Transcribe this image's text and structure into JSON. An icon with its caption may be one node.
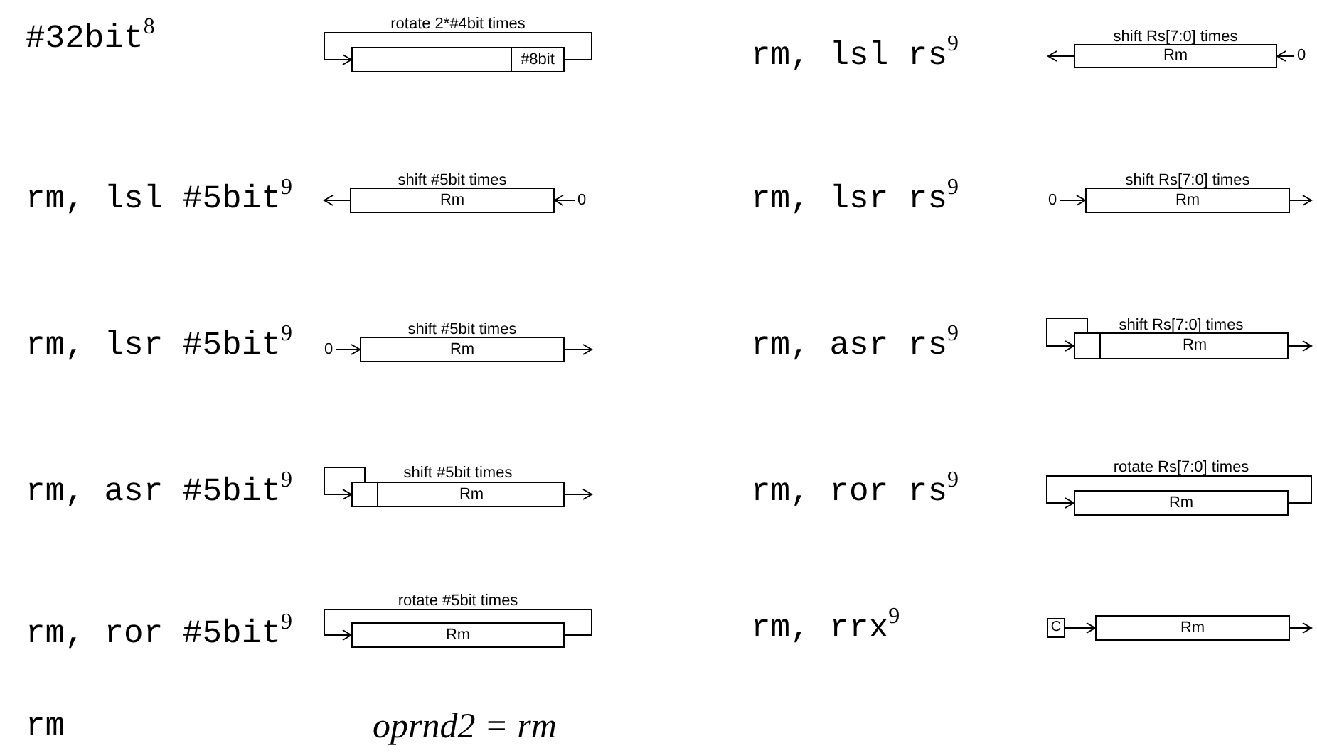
{
  "diagram": {
    "nodes": [
      {
        "text": [
          "rotate 2*#4bit times"
        ]
      },
      {
        "text": [
          "#8bit"
        ],
        "in": 0
      },
      {
        "text": [
          "shift Rs[7:0] times",
          "Rm"
        ]
      },
      {
        "text": [
          "0"
        ]
      },
      {
        "text": [
          "shift #5bit times",
          "Rm"
        ]
      },
      {
        "text": [
          "0"
        ]
      },
      {
        "text": [
          "0"
        ]
      },
      {
        "text": [
          "shift Rs[7:0] times",
          "Rm"
        ]
      },
      {
        "text": [
          "0"
        ]
      },
      {
        "text": [
          "shift #5bit times",
          "Rm"
        ]
      },
      {
        "text": [
          "shift Rs[7:0] times",
          "Rm"
        ]
      },
      {
        "text": [],
        "shape": "box",
        "in": 10
      },
      {
        "text": [
          "shift #5bit times",
          "Rm"
        ]
      },
      {
        "text": [],
        "shape": "box",
        "in": 12
      },
      {
        "text": [
          "rotate Rs[7:0] times",
          "Rm"
        ]
      },
      {
        "text": [
          "rotate #5bit times",
          "Rm"
        ]
      },
      {
        "text": [
          "C"
        ]
      },
      {
        "text": [
          "Rm"
        ]
      }
    ],
    "edges": [
      {
        "from": 1,
        "to": 0,
        "arrow": "to"
      },
      {
        "from": 2,
        "to": null,
        "arrow": "to"
      },
      {
        "from": 3,
        "to": 2,
        "arrow": "to"
      },
      {
        "from": 4,
        "to": null,
        "arrow": "to"
      },
      {
        "from": 5,
        "to": 4,
        "arrow": "to"
      },
      {
        "from": 6,
        "to": 7,
        "arrow": "to"
      },
      {
        "from": 7,
        "to": null,
        "arrow": "to"
      },
      {
        "from": 8,
        "to": 9,
        "arrow": "to"
      },
      {
        "from": 9,
        "to": null,
        "arrow": "to"
      },
      {
        "from": 11,
        "to": 11,
        "arrow": "to"
      },
      {
        "from": 10,
        "to": null,
        "arrow": "to"
      },
      {
        "from": 13,
        "to": 13,
        "arrow": "to"
      },
      {
        "from": 12,
        "to": null,
        "arrow": "to"
      },
      {
        "from": 14,
        "to": 14,
        "arrow": "to"
      },
      {
        "from": 15,
        "to": 15,
        "arrow": "to"
      },
      {
        "from": 16,
        "to": 17,
        "arrow": "to"
      },
      {
        "from": 17,
        "to": null,
        "arrow": "to"
      }
    ],
    "labels": [
      "#32bit$^{8}$",
      "rm, lsl rs$^{9}$",
      "rm, lsl #5bit$^{9}$",
      "rm, lsr rs$^{9}$",
      "rm, lsr #5bit$^{9}$",
      "rm, asr rs$^{9}$",
      "rm, asr #5bit$^{9}$",
      "rm, ror rs$^{9}$",
      "rm, ror #5bit$^{9}$",
      "rm, rrx$^{9}$",
      "rm",
      "oprnd2 = rm"
    ]
  }
}
